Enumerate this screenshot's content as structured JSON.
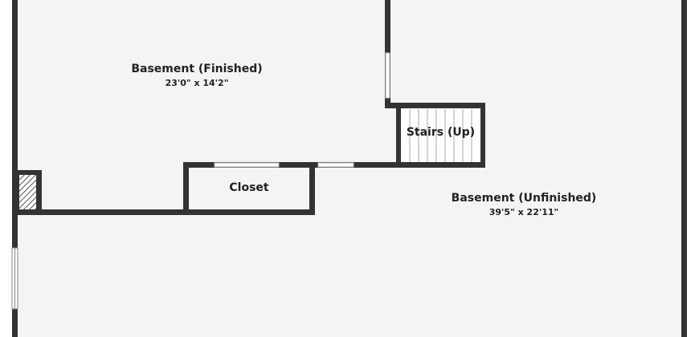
{
  "rooms": {
    "finished": {
      "name": "Basement (Finished)",
      "dimensions": "23'0\" x 14'2\""
    },
    "unfinished": {
      "name": "Basement (Unfinished)",
      "dimensions": "39'5\" x 22'11\""
    },
    "stairs": {
      "name": "Stairs (Up)"
    },
    "closet": {
      "name": "Closet"
    }
  },
  "colors": {
    "floor": "#f4f4f4",
    "wall": "#333333",
    "window": "#ffffff",
    "text": "#222222"
  }
}
